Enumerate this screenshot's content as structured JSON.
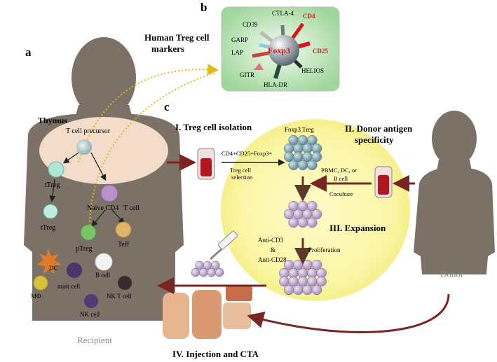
{
  "panels": {
    "a": "a",
    "b": "b",
    "c": "c"
  },
  "markers": {
    "title_line1": "Human Treg cell",
    "title_line2": "markers",
    "center": "Foxp3",
    "items": [
      "CTLA-4",
      "CD39",
      "GARP",
      "LAP",
      "GITR",
      "HLA-DR",
      "HELIOS",
      "CD25",
      "CD4"
    ],
    "highlight_color": "#d8161d"
  },
  "recipient": {
    "label": "Recipient",
    "thymus": "Thymus",
    "precursor": "T cell precursor",
    "cells": [
      "tTreg",
      "tTreg",
      "Naive CD4",
      "T cell",
      "pTreg",
      "Teff",
      "DC",
      "B cell",
      "mast cell",
      "MΦ",
      "NK T cell",
      "NK cell"
    ]
  },
  "donor": {
    "label": "Donor"
  },
  "steps": {
    "isolation": "I. Treg cell isolation",
    "donor_line1": "II. Donor antigen",
    "donor_line2": "specificity",
    "expansion": "III. Expansion",
    "injection": "IV. Injection and CTA"
  },
  "process": {
    "foxp3_treg": "Foxp3 Treg",
    "selection_marker": "CD4+CD25+Foxp3+",
    "selection_line1": "Treg cell",
    "selection_line2": "selection",
    "apc_line1": "PBMC, DC, or",
    "apc_line2": "B cell",
    "coculture": "Coculture",
    "anti_cd3": "Anti-CD3",
    "ampersand": "&",
    "anti_cd28": "Anti-CD28",
    "proliferation": "Proliferation"
  },
  "colors": {
    "silhouette": "#7b7166",
    "arrow": "#7a2424",
    "glow": "#fbf6a6",
    "treg_cell": "#6f95a3",
    "expanded_cell": "#c7b0d4"
  }
}
